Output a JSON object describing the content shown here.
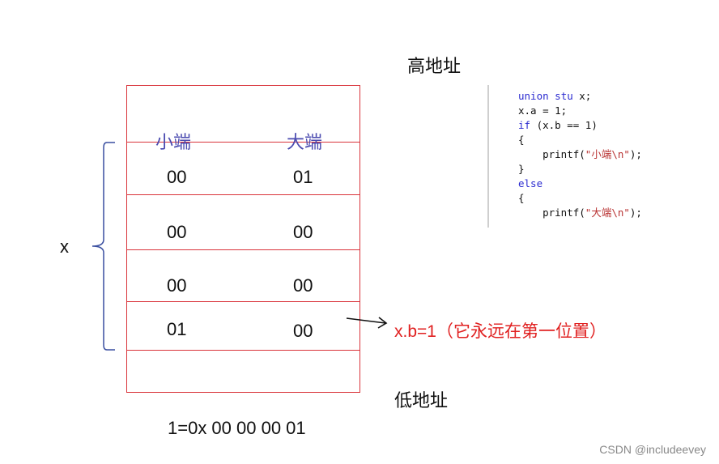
{
  "diagram": {
    "high_address": "高地址",
    "low_address": "低地址",
    "little_endian": "小端",
    "big_endian": "大端",
    "variable": "x",
    "rows": [
      {
        "little": "00",
        "big": "01"
      },
      {
        "little": "00",
        "big": "00"
      },
      {
        "little": "00",
        "big": "00"
      },
      {
        "little": "01",
        "big": "00"
      }
    ],
    "annotation": "x.b=1（它永远在第一位置）",
    "equation": "1=0x 00 00 00 01",
    "colors": {
      "grid": "#d9333a",
      "brace": "#3a4fa0",
      "annotation": "#e02020",
      "arrow": "#111111"
    }
  },
  "code": {
    "lines": [
      {
        "pre": "",
        "kw": "union",
        "mid": " ",
        "kw2": "stu",
        "rest": " x;"
      },
      {
        "pre": "x.a = 1;",
        "kw": "",
        "mid": "",
        "kw2": "",
        "rest": ""
      },
      {
        "pre": "",
        "kw": "if",
        "mid": "",
        "kw2": "",
        "rest": " (x.b == 1)"
      },
      {
        "pre": "{",
        "kw": "",
        "mid": "",
        "kw2": "",
        "rest": ""
      },
      {
        "pre": "    printf(",
        "str": "\"小端\\n\"",
        "rest": ");"
      },
      {
        "pre": "}",
        "kw": "",
        "mid": "",
        "kw2": "",
        "rest": ""
      },
      {
        "pre": "",
        "kw": "else",
        "mid": "",
        "kw2": "",
        "rest": ""
      },
      {
        "pre": "{",
        "kw": "",
        "mid": "",
        "kw2": "",
        "rest": ""
      },
      {
        "pre": "    printf(",
        "str": "\"大端\\n\"",
        "rest": ");"
      }
    ]
  },
  "watermark": "CSDN @includeevey"
}
